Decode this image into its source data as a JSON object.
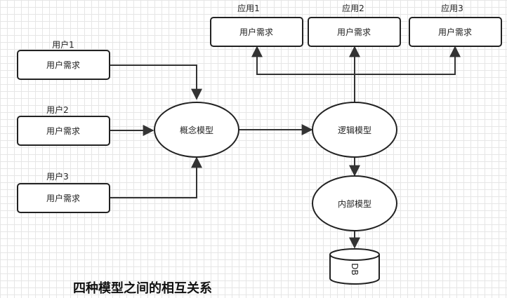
{
  "users": [
    {
      "name": "用户1",
      "box_label": "用户需求"
    },
    {
      "name": "用户2",
      "box_label": "用户需求"
    },
    {
      "name": "用户3",
      "box_label": "用户需求"
    }
  ],
  "apps": [
    {
      "name": "应用1",
      "box_label": "用户需求"
    },
    {
      "name": "应用2",
      "box_label": "用户需求"
    },
    {
      "name": "应用3",
      "box_label": "用户需求"
    }
  ],
  "models": {
    "conceptual": "概念模型",
    "logical": "逻辑模型",
    "internal": "内部模型"
  },
  "db_label": "DB",
  "title": "四种模型之间的相互关系"
}
